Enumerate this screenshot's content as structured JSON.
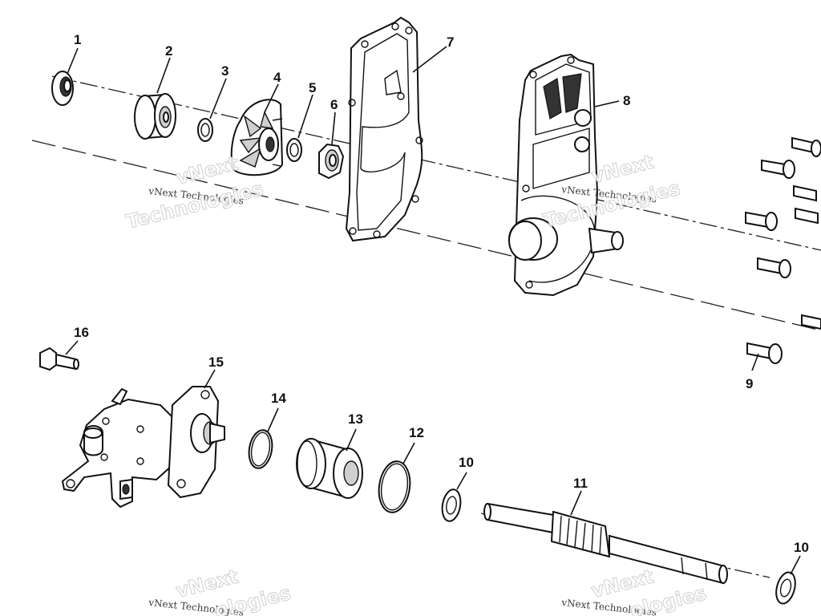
{
  "diagram": {
    "callouts": [
      "1",
      "2",
      "3",
      "4",
      "5",
      "6",
      "7",
      "8",
      "9",
      "10",
      "11",
      "12",
      "13",
      "14",
      "15",
      "16",
      "10"
    ],
    "watermark": {
      "small": "vNext Technologies",
      "big_line1": "vNext",
      "big_line2": "Technologies",
      "big_line2_partial": "ologies"
    }
  },
  "colors": {
    "line": "#111111",
    "watermark_outline": "#c8c8c8",
    "background": "#ffffff"
  }
}
